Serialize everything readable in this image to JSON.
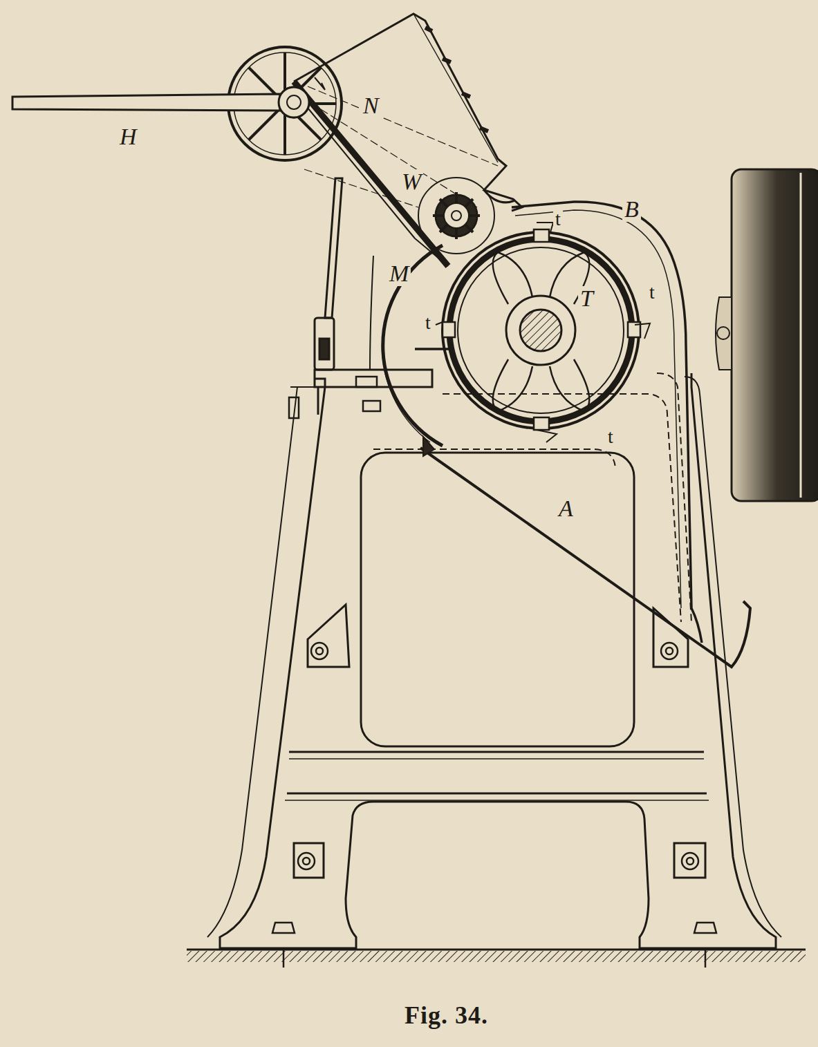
{
  "diagram": {
    "caption": "Fig. 34.",
    "labels": [
      "H",
      "N",
      "W",
      "B",
      "M",
      "T",
      "t",
      "t",
      "t",
      "t",
      "A"
    ]
  }
}
